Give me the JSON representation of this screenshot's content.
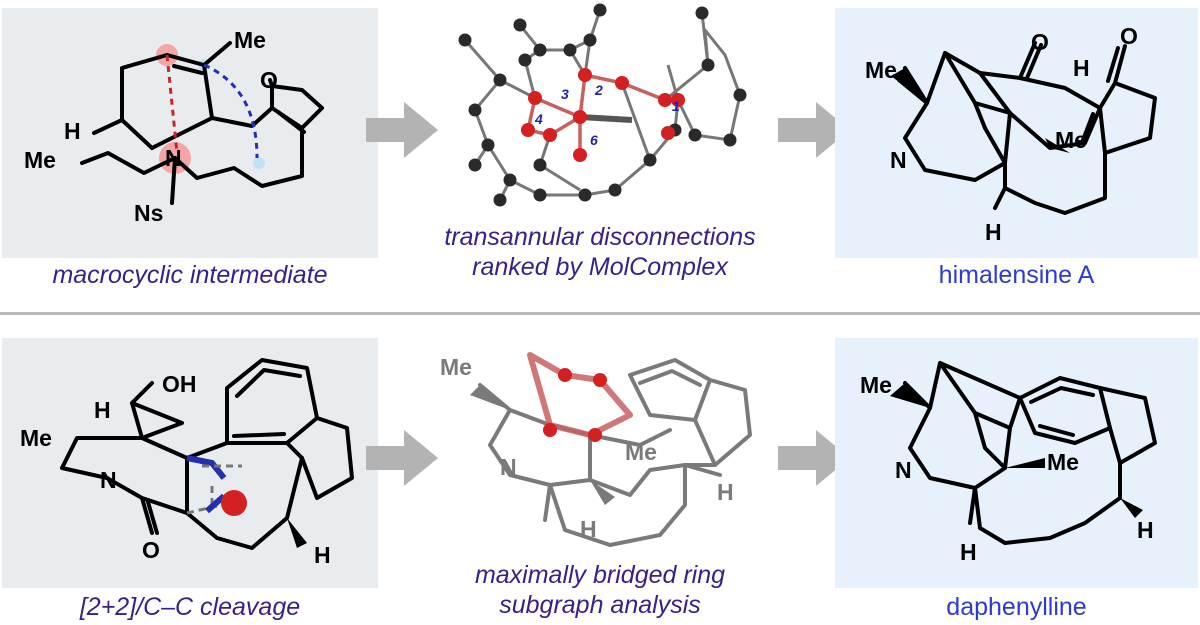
{
  "captions": {
    "top_left": "macrocyclic intermediate",
    "top_mid_line1": "transannular disconnections",
    "top_mid_line2": "ranked by MolComplex",
    "top_right": "himalensine A",
    "bottom_left": "[2+2]/C–C cleavage",
    "bottom_mid_line1": "maximally bridged ring",
    "bottom_mid_line2": "subgraph analysis",
    "bottom_right": "daphenylline"
  },
  "atom_labels": {
    "me": "Me",
    "h": "H",
    "n": "N",
    "ns": "Ns",
    "o": "O",
    "oh": "OH"
  },
  "ring_numbers": [
    "1",
    "2",
    "3",
    "4",
    "6"
  ],
  "colors": {
    "panel_gray": "#e9ecef",
    "panel_blue": "#e6f1fb",
    "caption_purple": "#3a1f86",
    "caption_blue": "#2d3bd0",
    "atom_red": "#d42020",
    "bond_red": "#c86060",
    "arrow_gray": "#b3b3b3",
    "highlight_pink": "#f4a6a6",
    "dash_blue": "#2030b0"
  },
  "icons": [
    "reaction-arrow-icon",
    "reaction-arrow-icon",
    "reaction-arrow-icon",
    "reaction-arrow-icon"
  ]
}
